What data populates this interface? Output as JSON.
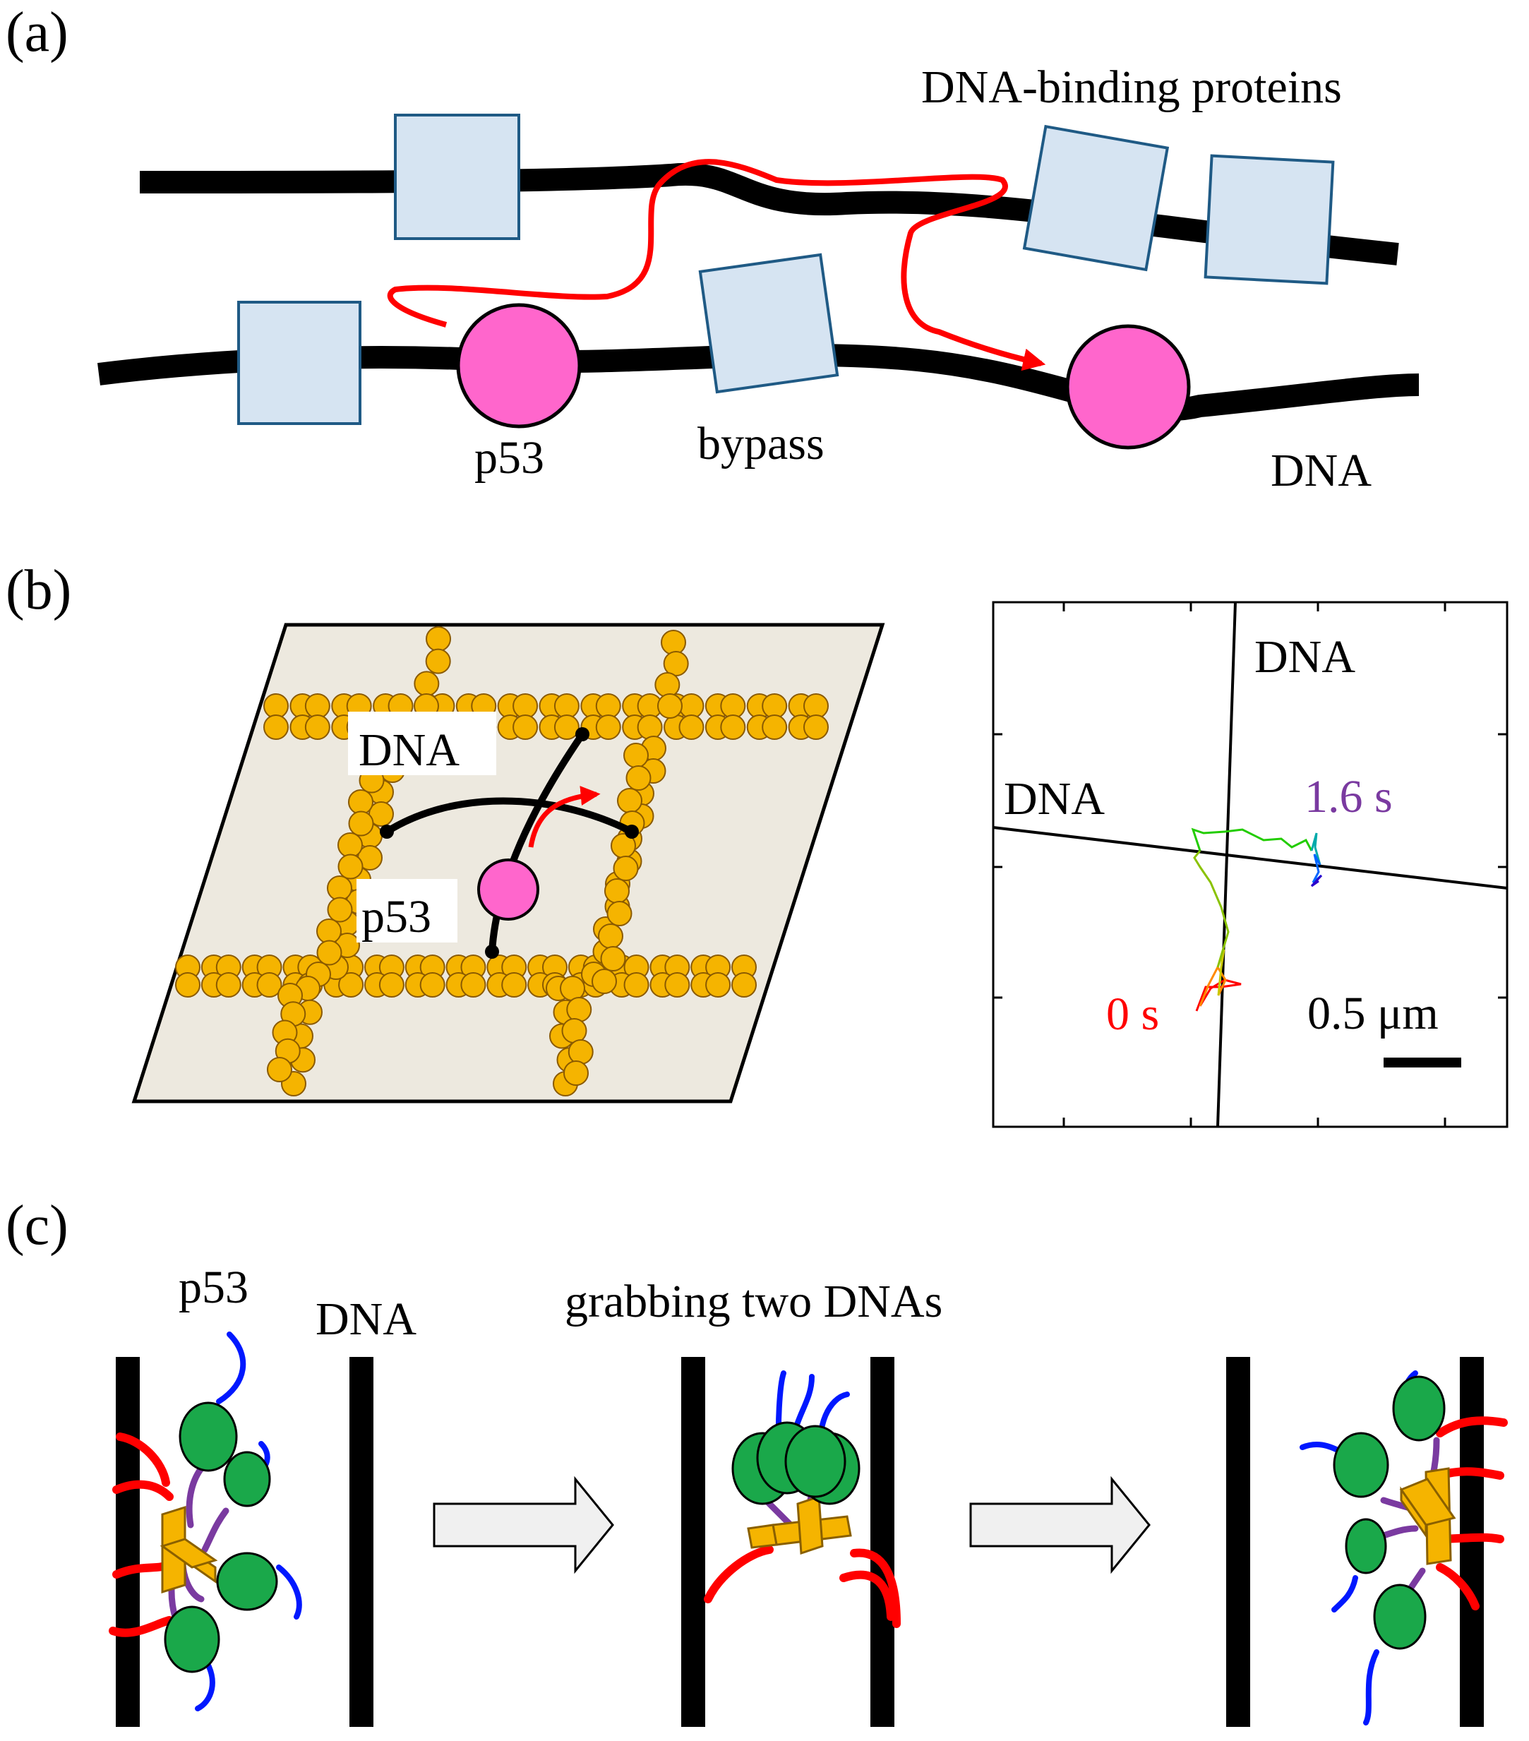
{
  "panel_a": {
    "label": "(a)",
    "dna_binding_proteins": "DNA-binding proteins",
    "p53": "p53",
    "bypass": "bypass",
    "dna": "DNA"
  },
  "panel_b": {
    "label": "(b)",
    "dna": "DNA",
    "p53": "p53",
    "plot": {
      "dna_top": "DNA",
      "dna_left": "DNA",
      "time_end": "1.6 s",
      "time_start": "0 s",
      "scale": "0.5 μm"
    }
  },
  "panel_c": {
    "label": "(c)",
    "p53": "p53",
    "dna": "DNA",
    "grabbing": "grabbing two DNAs"
  },
  "colors": {
    "dna": "#000000",
    "protein_fill": "#d6e4f2",
    "protein_stroke": "#1f5a85",
    "p53_fill": "#ff66cc",
    "path_red": "#ff0000",
    "nucleosome": "#f5b400",
    "domain_green": "#1aa84a",
    "tail_blue": "#0018ff",
    "linker_purple": "#7a3aa0",
    "surface": "#ede9df"
  },
  "icons": [
    "p53-circle",
    "protein-square",
    "nucleosome-bead",
    "right-arrow"
  ]
}
